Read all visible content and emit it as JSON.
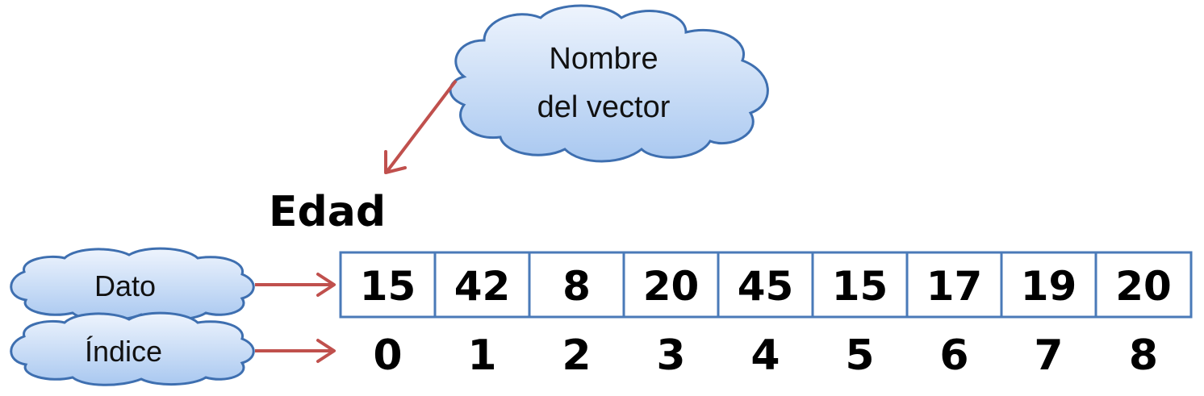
{
  "vector": {
    "name": "Edad",
    "values": [
      "15",
      "42",
      "8",
      "20",
      "45",
      "15",
      "17",
      "19",
      "20"
    ],
    "indices": [
      "0",
      "1",
      "2",
      "3",
      "4",
      "5",
      "6",
      "7",
      "8"
    ]
  },
  "labels": {
    "name_cloud_line1": "Nombre",
    "name_cloud_line2": "del vector",
    "data_cloud": "Dato",
    "index_cloud": "Índice"
  },
  "colors": {
    "arrow": "#c0504d",
    "cell_border": "#4a7ab8",
    "cloud_fill_top": "#eef4fd",
    "cloud_fill_bottom": "#a9c8f0",
    "cloud_border": "#3e6fb0"
  }
}
